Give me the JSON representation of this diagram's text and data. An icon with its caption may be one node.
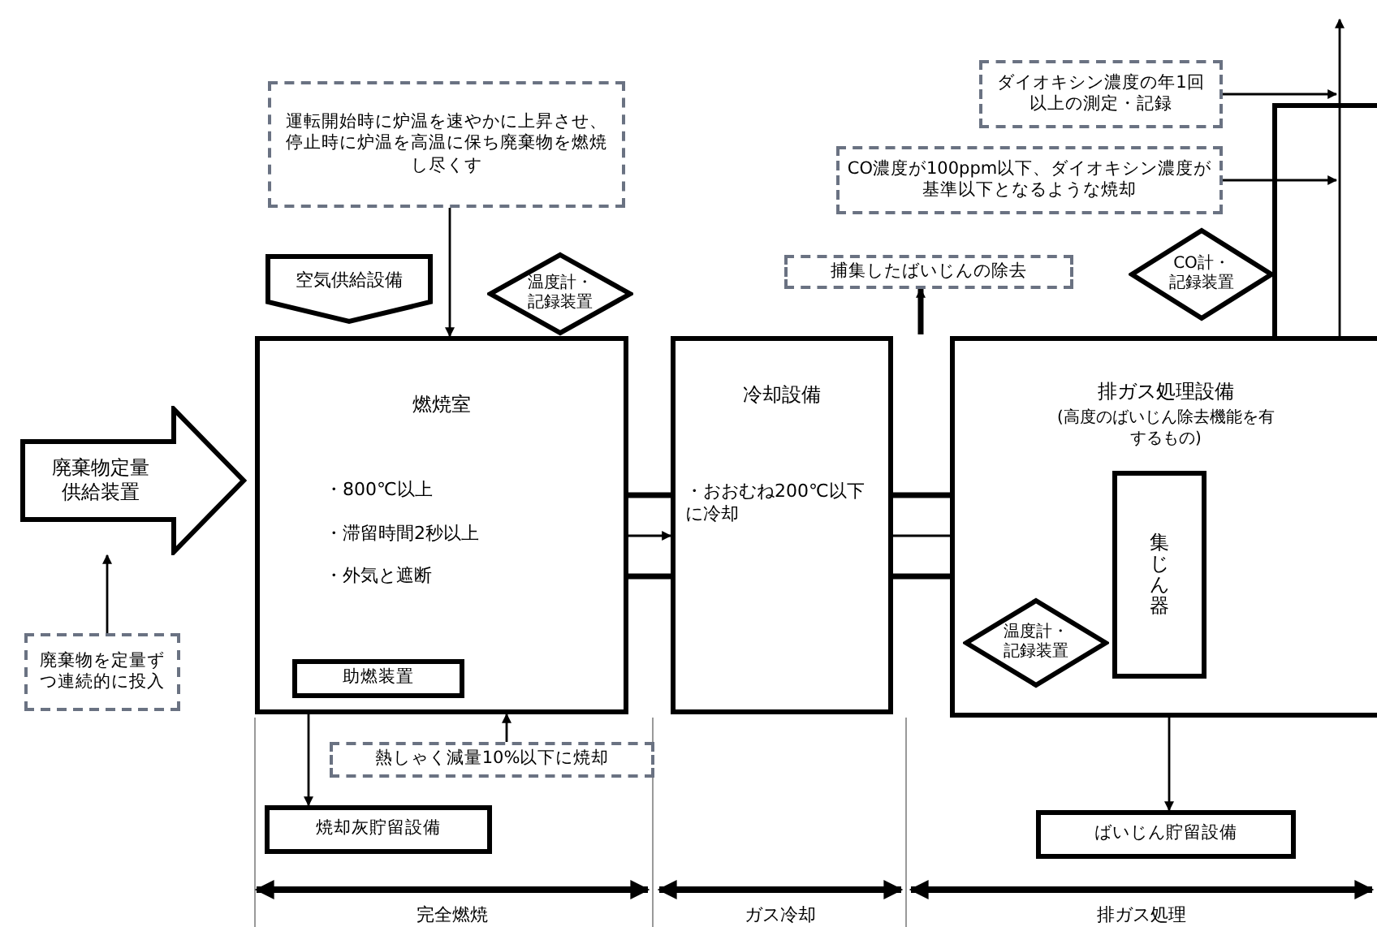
{
  "diagram": {
    "nodes": [
      {
        "text": [
          "運転開始時に炉温を速やかに上昇させ、停止時に炉温を高温に保ち廃棄物を燃焼し尽くす"
        ]
      },
      {
        "text": [
          "空気供給設備"
        ]
      },
      {
        "text": [
          "温度計・記録装置"
        ]
      },
      {
        "text": [
          "ダイオキシン濃度の年1回以上の測定・記録"
        ]
      },
      {
        "text": [
          "CO濃度が100ppm以下、ダイオキシン濃度が基準以下となるような焼却"
        ]
      },
      {
        "text": [
          "捕集したばいじんの除去"
        ]
      },
      {
        "text": [
          "CO計・記録装置"
        ]
      },
      {
        "text": [
          "廃棄物定量供給装置"
        ]
      },
      {
        "text": [
          "燃焼室",
          "・800℃以上",
          "・滞留時間2秒以上",
          "・外気と遮断"
        ]
      },
      {
        "text": [
          "助燃装置"
        ],
        "in": 8
      },
      {
        "text": [
          "冷却設備",
          "・おおむね200℃以下に冷却"
        ]
      },
      {
        "text": [
          "排ガス処理設備",
          "(高度のばいじん除去機能を有するもの)"
        ]
      },
      {
        "text": [
          "集じん器"
        ],
        "in": 11
      },
      {
        "text": [
          "温度計・記録装置"
        ],
        "in": 11
      },
      {
        "text": [
          "廃棄物を定量ずつ連続的に投入"
        ]
      },
      {
        "text": [
          "熱しゃく減量10%以下に焼却"
        ]
      },
      {
        "text": [
          "焼却灰貯留設備"
        ]
      },
      {
        "text": [
          "ばいじん貯留設備"
        ]
      }
    ],
    "edges": [
      {
        "from": 14,
        "to": 7,
        "arrow": "to"
      },
      {
        "from": 0,
        "to": 8,
        "arrow": "to"
      },
      {
        "from": 8,
        "to": 10,
        "arrow": "to"
      },
      {
        "from": 10,
        "to": 12,
        "arrow": "to"
      },
      {
        "from": 12,
        "to": null,
        "arrow": "to"
      },
      {
        "from": 3,
        "to": null,
        "arrow": "to"
      },
      {
        "from": 4,
        "to": null,
        "arrow": "to"
      },
      {
        "from": null,
        "to": 5,
        "arrow": "to",
        "style": "thick"
      },
      {
        "from": 15,
        "to": 8,
        "arrow": "to"
      },
      {
        "from": 8,
        "to": 16,
        "arrow": "to"
      },
      {
        "from": 11,
        "to": 17,
        "arrow": "to"
      },
      {
        "from": 8,
        "to": 10,
        "arrow": "none",
        "style": "thick"
      },
      {
        "from": 8,
        "to": 10,
        "arrow": "none",
        "style": "thick"
      },
      {
        "from": 10,
        "to": 11,
        "arrow": "none",
        "style": "thick"
      },
      {
        "from": 10,
        "to": 11,
        "arrow": "none",
        "style": "thick"
      }
    ],
    "labels": [
      "完全燃焼",
      "ガス冷却",
      "排ガス処理"
    ]
  }
}
